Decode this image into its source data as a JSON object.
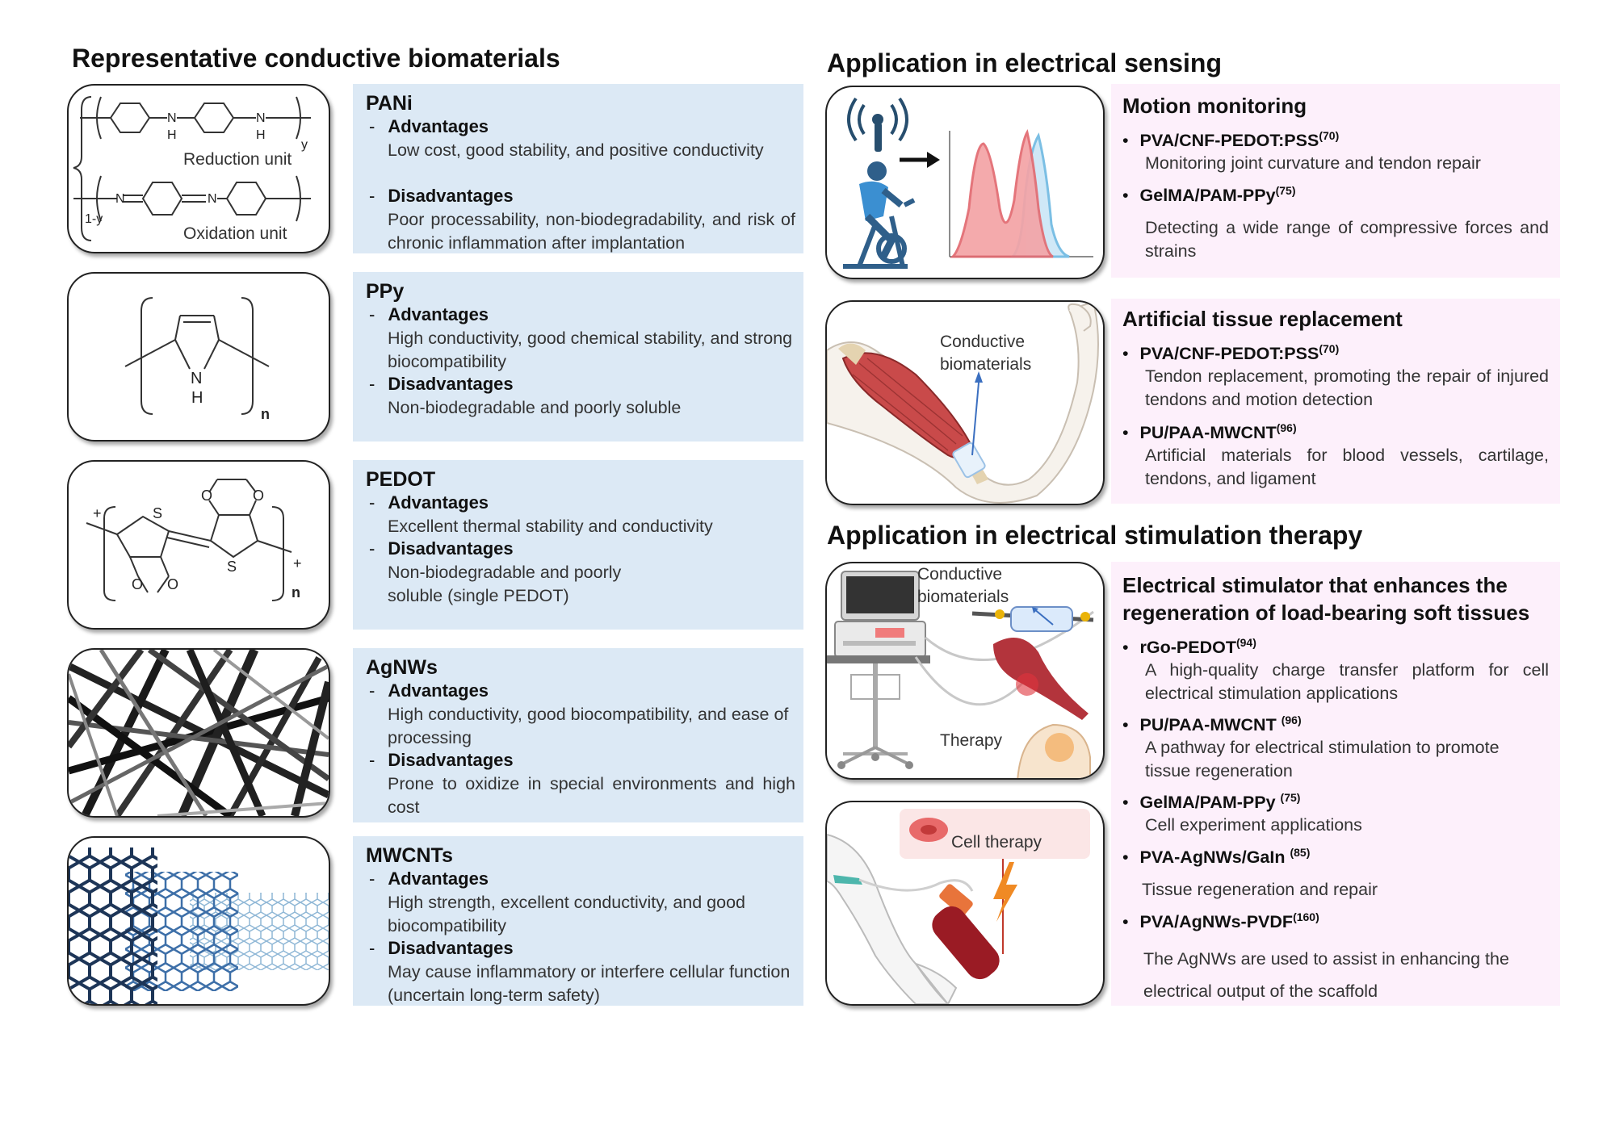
{
  "sections": {
    "left_title": "Representative conductive biomaterials",
    "sensing_title": "Application in electrical sensing",
    "stim_title": "Application in electrical stimulation therapy"
  },
  "materials": [
    {
      "name": "PANi",
      "adv_label": "Advantages",
      "adv": "Low cost, good stability, and positive conductivity",
      "dis_label": "Disadvantages",
      "dis": "Poor processability, non-biodegradability, and risk of chronic inflammation after implantation"
    },
    {
      "name": "PPy",
      "adv_label": "Advantages",
      "adv": "High conductivity, good chemical stability, and strong biocompatibility",
      "dis_label": "Disadvantages",
      "dis": "Non-biodegradable and poorly soluble"
    },
    {
      "name": "PEDOT",
      "adv_label": "Advantages",
      "adv": "Excellent thermal stability and conductivity",
      "dis_label": "Disadvantages",
      "dis": "Non-biodegradable and poorly soluble (single PEDOT)"
    },
    {
      "name": "AgNWs",
      "adv_label": "Advantages",
      "adv": "High conductivity, good biocompatibility, and ease of processing",
      "dis_label": "Disadvantages",
      "dis": "Prone to oxidize in special environments and high cost"
    },
    {
      "name": "MWCNTs",
      "adv_label": "Advantages",
      "adv": "High strength, excellent conductivity, and good biocompatibility",
      "dis_label": "Disadvantages",
      "dis": "May cause inflammatory or interfere cellular function (uncertain long-term safety)"
    }
  ],
  "chem": {
    "pani_reduction": "Reduction unit",
    "pani_oxidation": "Oxidation unit",
    "pani_n": "N",
    "pani_h": "H",
    "pani_y": "y",
    "pani_1y": "1-y",
    "ppy_n": "N",
    "ppy_h": "H",
    "ppy_sub": "n",
    "pedot_s": "S",
    "pedot_o": "O",
    "pedot_plus": "+",
    "pedot_sub": "n"
  },
  "applications": {
    "motion": {
      "heading": "Motion monitoring",
      "items": [
        {
          "name": "PVA/CNF-PEDOT:PSS",
          "ref": "(70)",
          "desc": "Monitoring joint curvature and tendon repair"
        },
        {
          "name": "GelMA/PAM-PPy",
          "ref": "(75)",
          "desc": "Detecting a wide range of compressive forces and strains"
        }
      ]
    },
    "tissue": {
      "heading": "Artificial tissue replacement",
      "items": [
        {
          "name": "PVA/CNF-PEDOT:PSS",
          "ref": "(70)",
          "desc": "Tendon replacement, promoting the repair of injured tendons and motion detection"
        },
        {
          "name": "PU/PAA-MWCNT",
          "ref": "(96)",
          "desc": "Artificial materials for blood vessels, cartilage, tendons, and ligament"
        }
      ]
    },
    "stim": {
      "heading": "Electrical stimulator that enhances the regeneration of load-bearing soft tissues",
      "items": [
        {
          "name": "rGo-PEDOT",
          "ref": "(94)",
          "desc": "A high-quality charge transfer platform for cell electrical stimulation applications"
        },
        {
          "name": "PU/PAA-MWCNT ",
          "ref": "(96)",
          "desc": "A pathway for electrical stimulation to promote tissue regeneration"
        },
        {
          "name": "GelMA/PAM-PPy ",
          "ref": "(75)",
          "desc": "Cell experiment applications"
        },
        {
          "name": "PVA-AgNWs/GaIn ",
          "ref": "(85)",
          "desc": "Tissue regeneration and repair"
        },
        {
          "name": "PVA/AgNWs-PVDF",
          "ref": "(160)",
          "desc": "The AgNWs are used to assist in enhancing the electrical output of the scaffold"
        }
      ]
    }
  },
  "figure_labels": {
    "arm_label": "Conductive biomaterials",
    "stim_label": "Conductive biomaterials",
    "therapy_label": "Therapy",
    "cell_label": "Cell therapy"
  }
}
